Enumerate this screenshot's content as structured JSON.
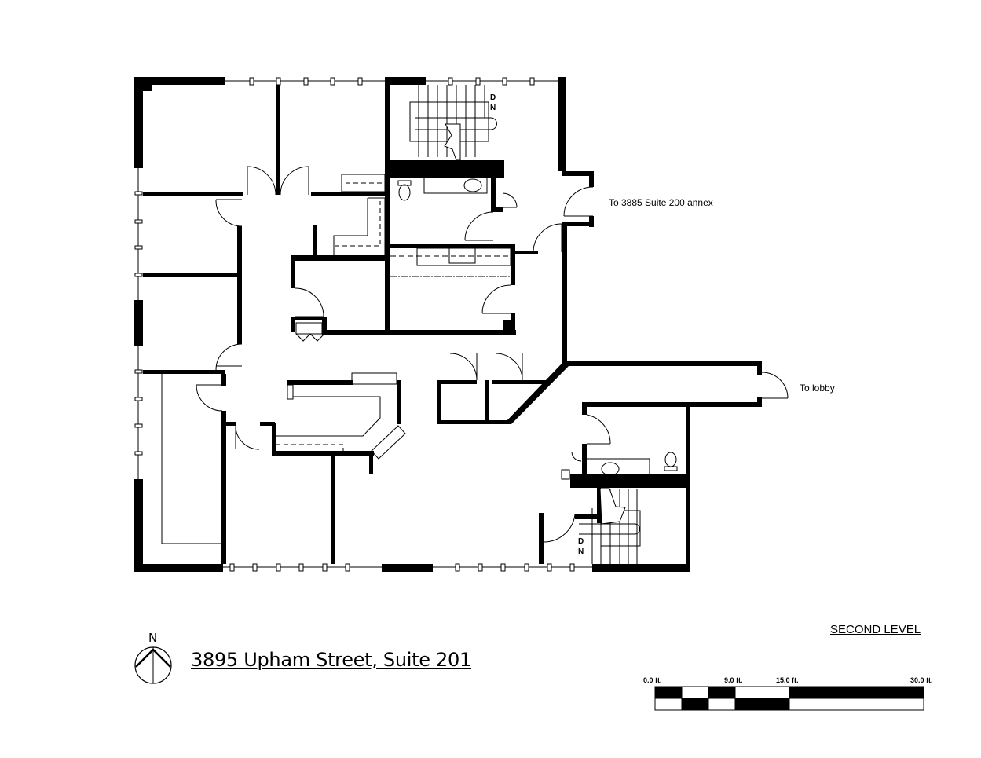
{
  "title": "3895 Upham Street, Suite 201",
  "level": "SECOND LEVEL",
  "compass": {
    "label": "N",
    "icon": "north-arrow-icon"
  },
  "labels": {
    "annex": "To 3885 Suite 200 annex",
    "lobby": "To lobby"
  },
  "stairs": [
    {
      "name": "north-stair",
      "d": "D",
      "n": "N"
    },
    {
      "name": "south-stair",
      "d": "D",
      "n": "N"
    }
  ],
  "scale_bar": {
    "ticks": [
      "0.0 ft.",
      "9.0 ft.",
      "15.0 ft.",
      "30.0 ft."
    ],
    "colors": {
      "dark": "#000000",
      "light": "#ffffff"
    }
  },
  "colors": {
    "wall": "#000000",
    "line": "#000000",
    "background": "#ffffff"
  }
}
